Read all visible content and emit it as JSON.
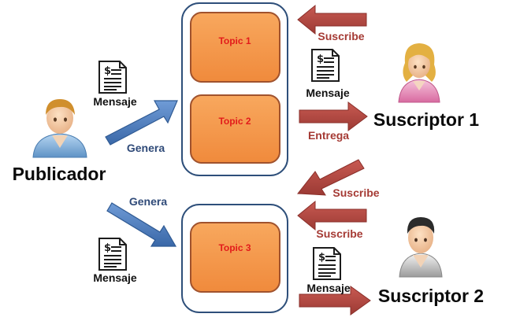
{
  "topics": {
    "topic1": "Topic 1",
    "topic2": "Topic 2",
    "topic3": "Topic 3"
  },
  "actors": {
    "publisher": "Publicador",
    "subscriber1": "Suscriptor 1",
    "subscriber2": "Suscriptor 2"
  },
  "labels": {
    "message": "Mensaje",
    "generate": "Genera",
    "subscribe": "Suscribe",
    "deliver": "Entrega"
  },
  "colors": {
    "topic_fill": "#f59a4f",
    "topic_stroke": "#a0522d",
    "broker_stroke": "#2e4f7a",
    "blue_arrow": "#4f81bd",
    "red_arrow": "#b24842",
    "topic_text": "#e21b1b"
  },
  "icons": {
    "message": "dollar-document-icon",
    "publisher": "person-blue-shirt-icon",
    "subscriber1": "person-pink-shirt-icon",
    "subscriber2": "person-grey-shirt-icon"
  }
}
